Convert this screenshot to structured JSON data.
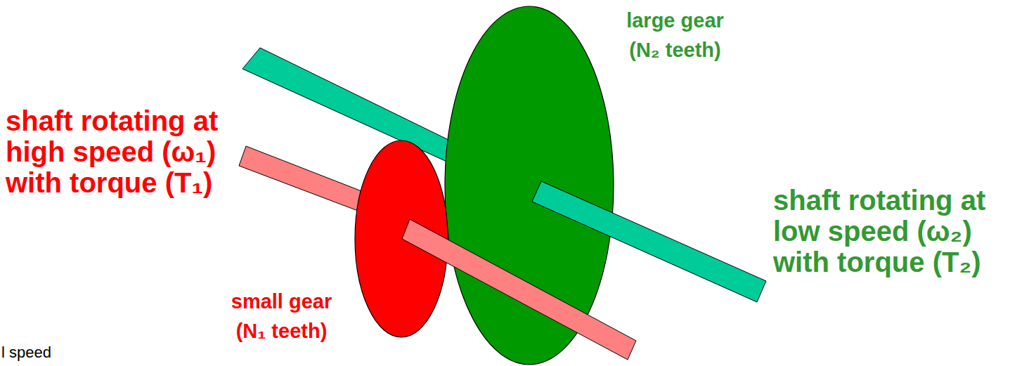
{
  "diagram": {
    "labels": [
      "large gear (N₂ teeth)",
      "shaft rotating at high speed (ω₁) with torque (T₁)",
      "shaft rotating at low speed (ω₂) with torque (T₂)",
      "small gear (N₁ teeth)",
      "l speed"
    ]
  }
}
